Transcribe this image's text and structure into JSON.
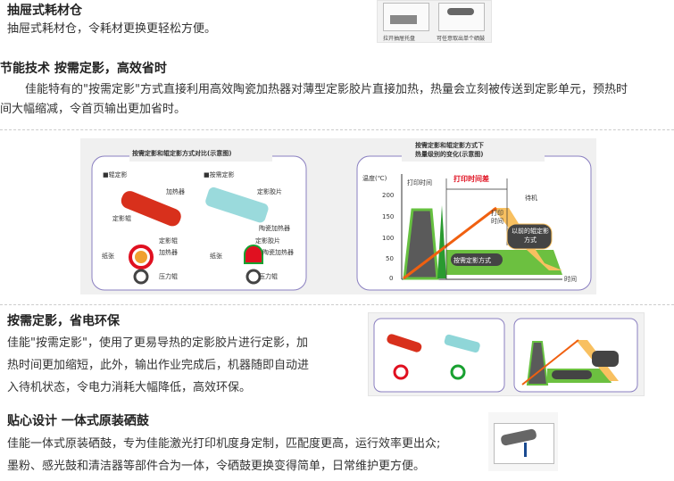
{
  "section1": {
    "title": "抽屉式耗材仓",
    "text": "抽屉式耗材仓，令耗材更换更轻松方便。",
    "image_captions": [
      "拉开抽屉托盘",
      "可任意取出单个硒鼓"
    ]
  },
  "section2": {
    "title": "节能技术 按需定影，高效省时",
    "text_line1": "佳能特有的\"按需定影\"方式直接利用高效陶瓷加热器对薄型定影胶片直接加热，热量会立刻被传送到定影单元，预热时",
    "text_line2": "间大幅缩减，令首页输出更加省时。"
  },
  "diagram": {
    "left_title": "按需定影和辊定影方式对比(示意图)",
    "roller_heading": "■辊定影",
    "ondemand_heading": "■按需定影",
    "heater": "加热器",
    "fixing_roller": "定影辊",
    "fixing_film": "定影胶片",
    "ceramic_heater": "陶瓷加热器",
    "paper": "纸张",
    "pressure_roller": "压力辊",
    "right_title_line1": "按需定影和辊定影方式下",
    "right_title_line2": "热量级别的变化(示意图)",
    "y_label": "温度(℃)",
    "x_label": "时间",
    "y_ticks": [
      "200",
      "150",
      "100",
      "50",
      "0"
    ],
    "print_time": "打印时间",
    "print_time_diff": "打印时间差",
    "standby": "待机",
    "print_time_short": "打印时间",
    "old_method": "以前的辊定影方式",
    "new_method": "按需定影方式"
  },
  "section3": {
    "title": "按需定影，省电环保",
    "lines": [
      "佳能\"按需定影\"，使用了更易导热的定影胶片进行定影，加",
      "热时间更加缩短，此外，输出作业完成后，机器随即自动进",
      "入待机状态，令电力消耗大幅降低，高效环保。"
    ]
  },
  "section4": {
    "title": "贴心设计 一体式原装硒鼓",
    "lines": [
      "佳能一体式原装硒鼓，专为佳能激光打印机度身定制，匹配度更高，运行效率更出众;",
      "墨粉、感光鼓和清洁器等部件合为一体，令硒鼓更换变得简单，日常维护更方便。"
    ]
  }
}
